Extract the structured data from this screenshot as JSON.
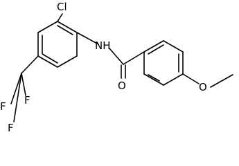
{
  "molecule": {
    "atoms": {
      "chlorine": "Cl",
      "amide_nitrogen": "NH",
      "carbonyl_oxygen": "O",
      "methoxy_oxygen": "O",
      "fluorine_1": "F",
      "fluorine_2": "F",
      "fluorine_3": "F"
    }
  }
}
